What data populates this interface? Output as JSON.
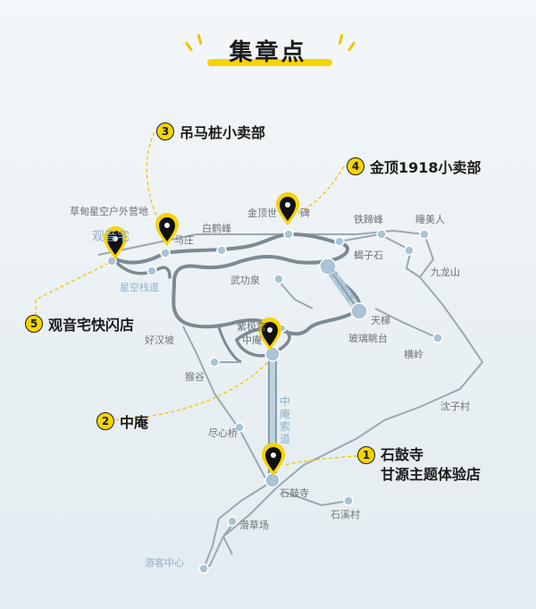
{
  "title": "集章点",
  "colors": {
    "accent": "#f6d400",
    "route": "#7b8a93",
    "cable": "#bcd2df",
    "node": "#a9c4d4"
  },
  "places": {
    "caodian": "草甸星空户外营地",
    "guanyinzhai": "观音宅",
    "diaomazhuang_tail": "马庄",
    "baiheling": "白鹤峰",
    "jinding_part1": "金顶世",
    "jinding_part2": "碑",
    "tiqifeng": "铁蹄峰",
    "shuimeiren": "睡美人",
    "xiezishi": "蝎子石",
    "jiulongshan": "九龙山",
    "xingkongzhandao": "星空栈道",
    "wugongquan": "武功泉",
    "jinding_cable": "金顶索道",
    "tianti": "天梯",
    "boli": "玻璃眺台",
    "ziji_part": "紫极宫",
    "zhongan_small": "中庵",
    "haohanpo": "好汉坡",
    "hengling": "横岭",
    "hougu": "猴谷",
    "zhongan_cable": "中庵索道",
    "shenzicun": "沈子村",
    "jinxinqiao": "尽心桥",
    "shigusi_small": "石鼓寺",
    "shixicun": "石溪村",
    "huacaochang": "滑草场",
    "youke": "游客中心"
  },
  "callouts": [
    {
      "num": "1",
      "lines": [
        "石鼓寺",
        "甘源主题体验店"
      ]
    },
    {
      "num": "2",
      "text": "中庵"
    },
    {
      "num": "3",
      "text": "吊马桩小卖部"
    },
    {
      "num": "4",
      "text": "金顶1918小卖部"
    },
    {
      "num": "5",
      "text": "观音宅快闪店"
    }
  ]
}
